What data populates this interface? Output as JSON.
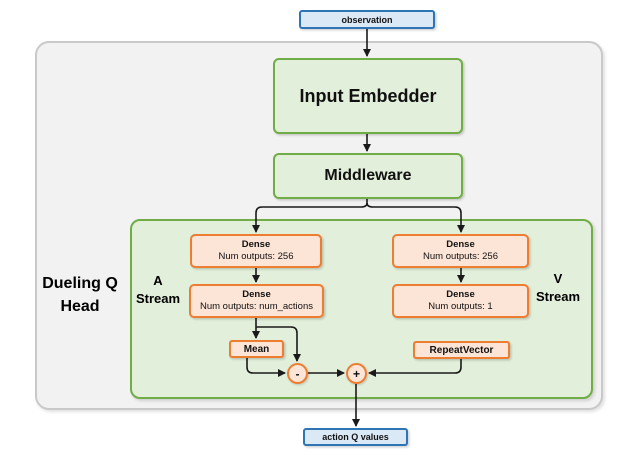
{
  "diagram": {
    "observation_label": "observation",
    "input_embedder_label": "Input Embedder",
    "middleware_label": "Middleware",
    "dueling_head": {
      "title_line1": "Dueling Q",
      "title_line2": "Head",
      "a_stream_line1": "A",
      "a_stream_line2": "Stream",
      "v_stream_line1": "V",
      "v_stream_line2": "Stream",
      "dense_a1": {
        "title": "Dense",
        "subtitle": "Num outputs: 256"
      },
      "dense_a2": {
        "title": "Dense",
        "subtitle": "Num outputs: num_actions"
      },
      "dense_v1": {
        "title": "Dense",
        "subtitle": "Num outputs: 256"
      },
      "dense_v2": {
        "title": "Dense",
        "subtitle": "Num outputs: 1"
      },
      "mean_label": "Mean",
      "repeat_vector_label": "RepeatVector",
      "minus_operator": "-",
      "plus_operator": "+"
    },
    "action_q_label": "action Q values",
    "colors": {
      "green_fill": "#e2efda",
      "green_border": "#70ad47",
      "orange_fill": "#fce4d6",
      "orange_border": "#ed7d31",
      "blue_fill": "#dbe9f7",
      "blue_border": "#2e75b6",
      "gray_fill": "#f2f2f2",
      "gray_border": "#c9c9c9",
      "arrow": "#1a1a1a"
    }
  }
}
